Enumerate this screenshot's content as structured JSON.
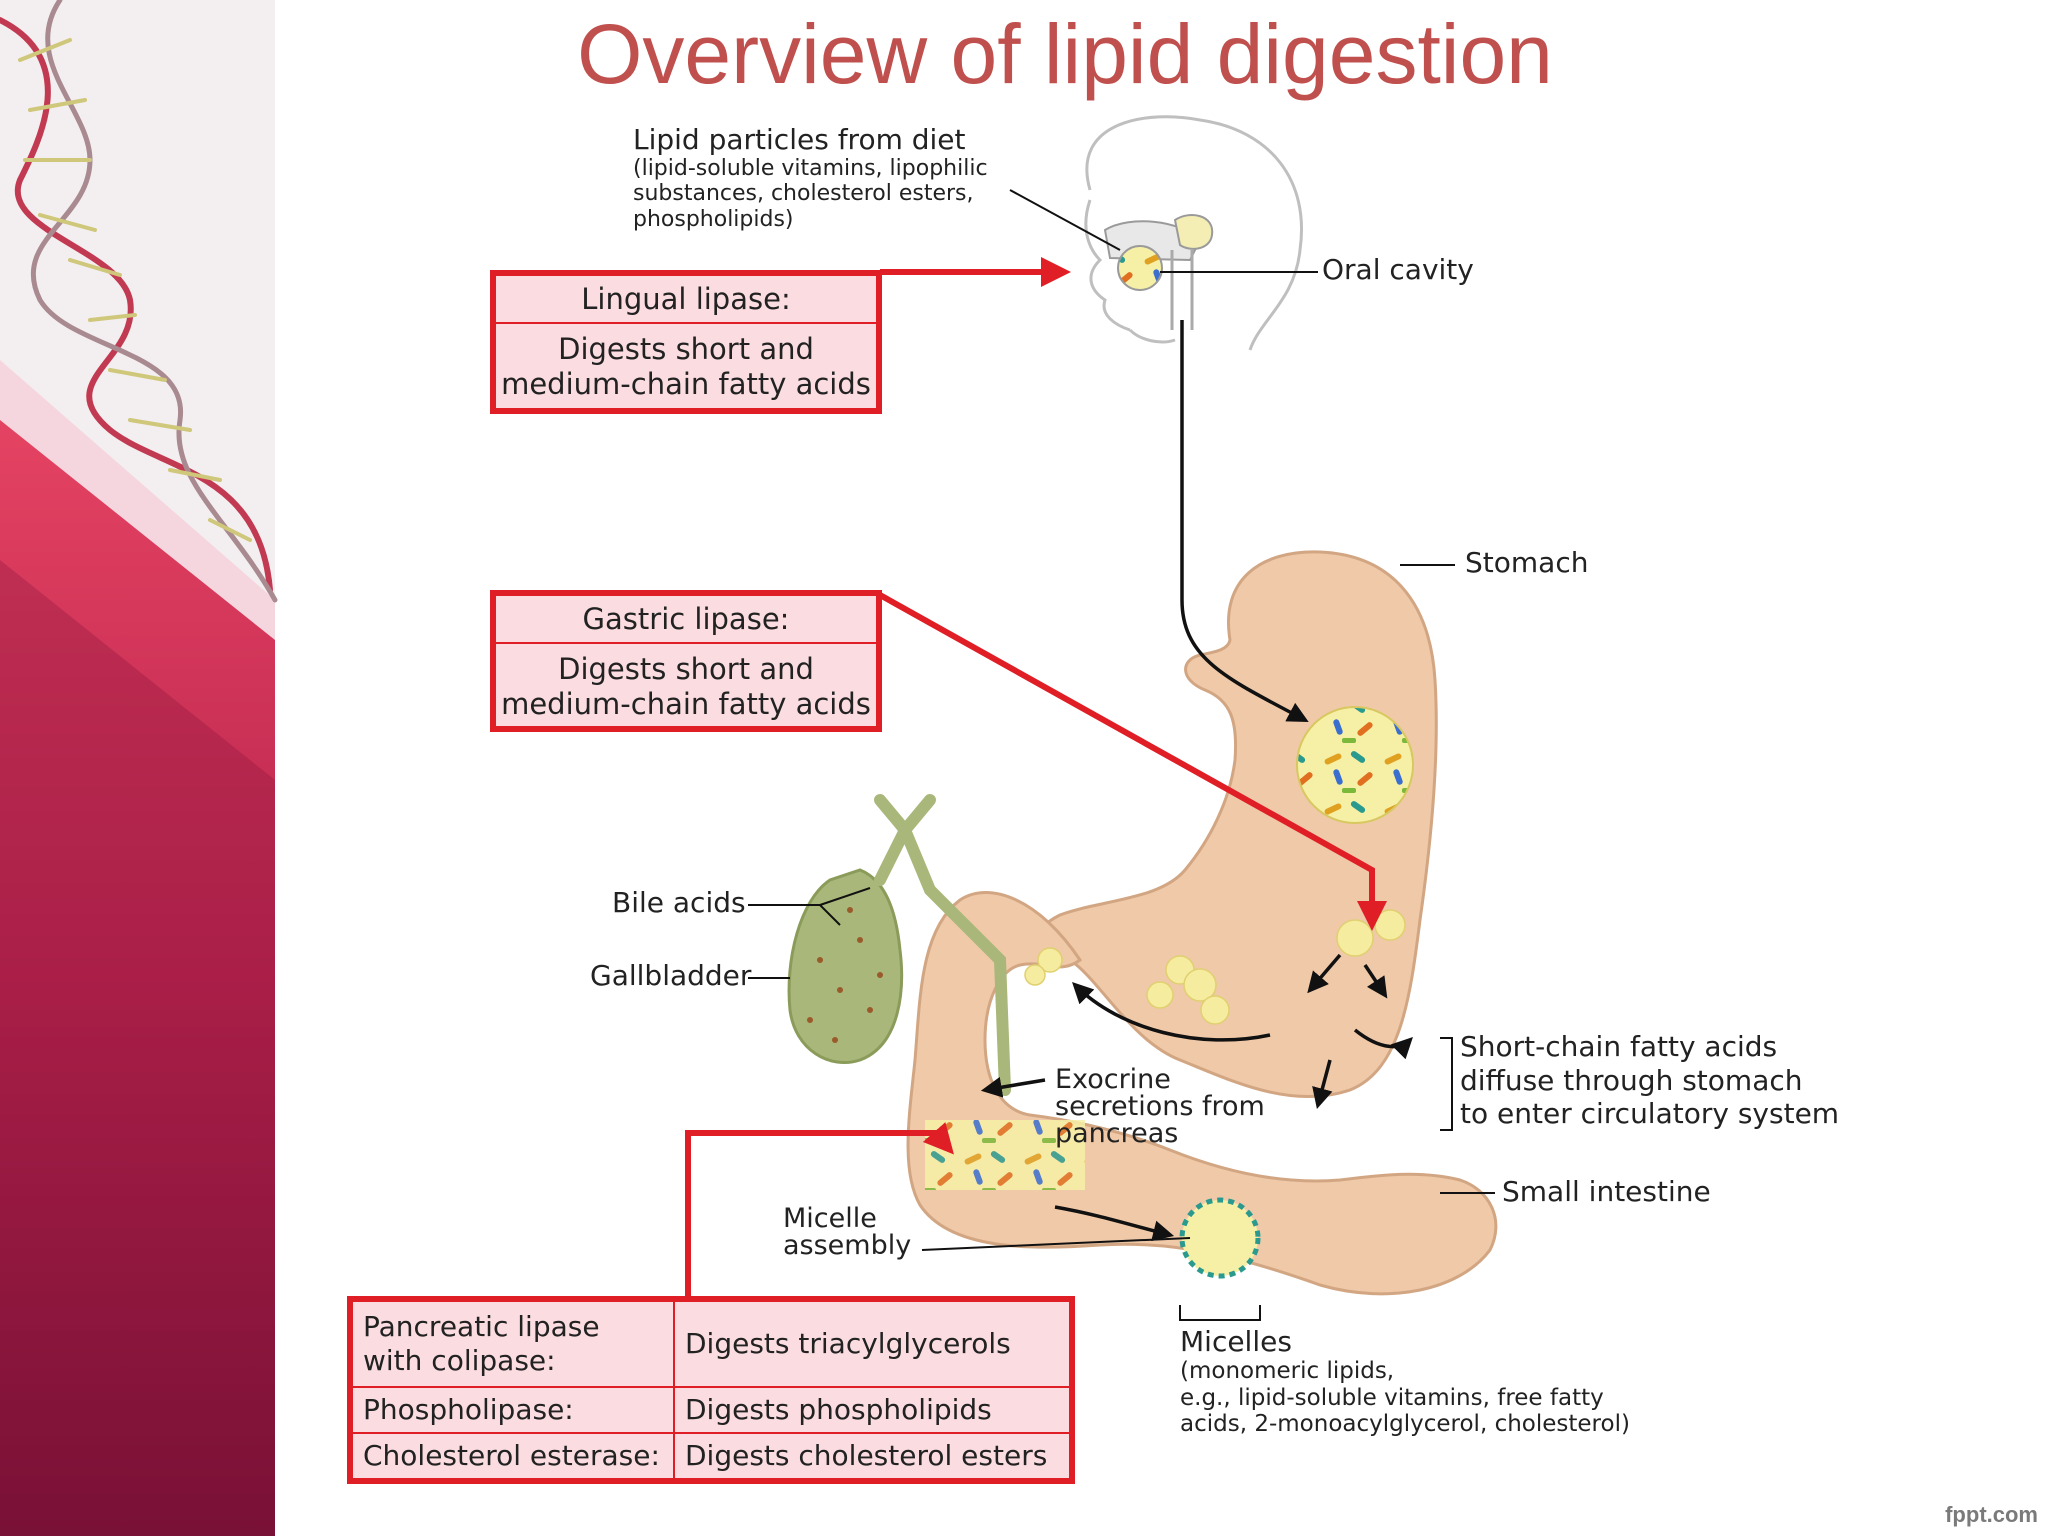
{
  "title": "Overview of lipid digestion",
  "diet": {
    "heading": "Lipid particles from diet",
    "detail_lines": [
      "(lipid-soluble vitamins, lipophilic",
      "substances, cholesterol esters,",
      "phospholipids)"
    ]
  },
  "organs": {
    "oral_cavity": "Oral cavity",
    "stomach": "Stomach",
    "bile_acids": "Bile acids",
    "gallbladder": "Gallbladder",
    "small_intestine": "Small intestine"
  },
  "lingual_box": {
    "header": "Lingual lipase:",
    "body_lines": [
      "Digests short and",
      "medium-chain fatty acids"
    ]
  },
  "gastric_box": {
    "header": "Gastric lipase:",
    "body_lines": [
      "Digests short and",
      "medium-chain fatty acids"
    ]
  },
  "exocrine_lines": [
    "Exocrine",
    "secretions from",
    "pancreas"
  ],
  "short_chain_lines": [
    "Short-chain fatty acids",
    "diffuse through stomach",
    "to enter circulatory system"
  ],
  "micelle_assembly_lines": [
    "Micelle",
    "assembly"
  ],
  "micelles": {
    "heading": "Micelles",
    "detail_lines": [
      "(monomeric lipids,",
      "e.g., lipid-soluble vitamins, free fatty",
      "acids, 2-monoacylglycerol, cholesterol)"
    ]
  },
  "enzyme_table": [
    {
      "enzyme_lines": [
        "Pancreatic lipase",
        "with colipase:"
      ],
      "action": "Digests triacylglycerols"
    },
    {
      "enzyme_lines": [
        "Phospholipase:"
      ],
      "action": "Digests phospholipids"
    },
    {
      "enzyme_lines": [
        "Cholesterol esterase:"
      ],
      "action": "Digests cholesterol esters"
    }
  ],
  "footer": "fppt.com",
  "colors": {
    "title": "#c0504d",
    "box_border": "#e01e26",
    "box_fill": "#fbdde1",
    "organ_fill": "#efc9a8",
    "gallbladder_fill": "#a9b87a",
    "side_band_dark": "#7a0f35",
    "side_band_light": "#e54362"
  },
  "icons": [
    "dna-helix-icon",
    "head-profile-icon",
    "lipid-particle-icon",
    "micelle-icon"
  ]
}
